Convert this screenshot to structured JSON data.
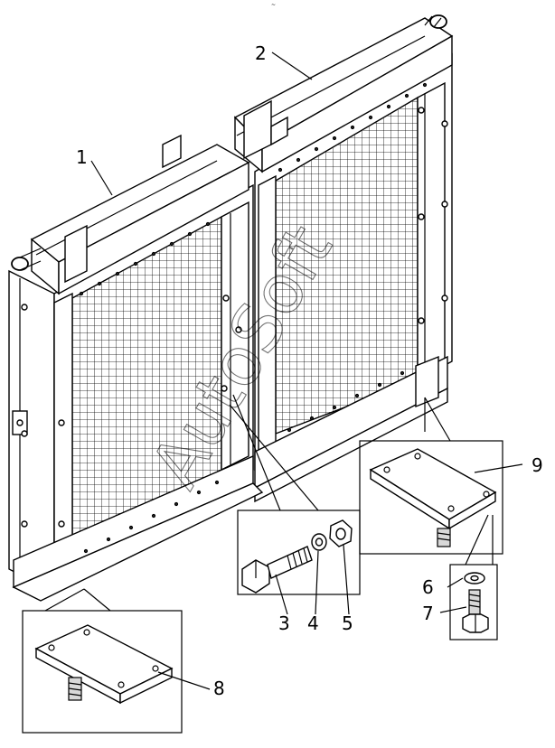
{
  "diagram": {
    "header_mark": "~",
    "watermark": "AutoSoft",
    "callouts": [
      {
        "id": "callout-1",
        "text": "1"
      },
      {
        "id": "callout-2",
        "text": "2"
      },
      {
        "id": "callout-3",
        "text": "3"
      },
      {
        "id": "callout-4",
        "text": "4"
      },
      {
        "id": "callout-5",
        "text": "5"
      },
      {
        "id": "callout-6",
        "text": "6"
      },
      {
        "id": "callout-7",
        "text": "7"
      },
      {
        "id": "callout-8",
        "text": "8"
      },
      {
        "id": "callout-9",
        "text": "9"
      }
    ]
  }
}
